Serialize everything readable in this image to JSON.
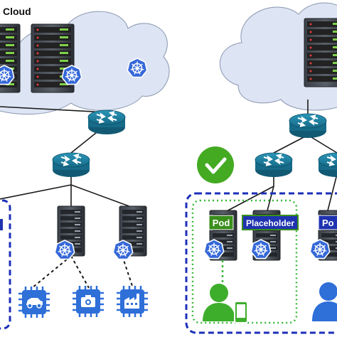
{
  "cloud": {
    "label": "Cloud"
  },
  "pod_tags": {
    "pod": "Pod",
    "placeholder": "Placeholder",
    "pod_partial": "Po"
  },
  "colors": {
    "cloud_fill": "#dde4f3",
    "router": "#1d7fa0",
    "router_dark": "#125a74",
    "server_body": "#2f343a",
    "kubernetes": "#3467d8",
    "pod_tag": "#3a8f1c",
    "placeholder_tag": "#1f33b0",
    "edge_zone_border": "#1c2fb8",
    "pod_zone_border": "#38b838",
    "device_icon": "#2e6fd8",
    "user_green": "#3dae2b",
    "user_blue": "#2e6fd8",
    "check_green": "#44aa22",
    "link_line": "#1a1a1a"
  },
  "icons": [
    "server-rack-icon",
    "kubernetes-icon",
    "router-icon",
    "checkmark-icon",
    "car-chip-icon",
    "camera-chip-icon",
    "factory-chip-icon",
    "user-icon",
    "phone-icon"
  ]
}
